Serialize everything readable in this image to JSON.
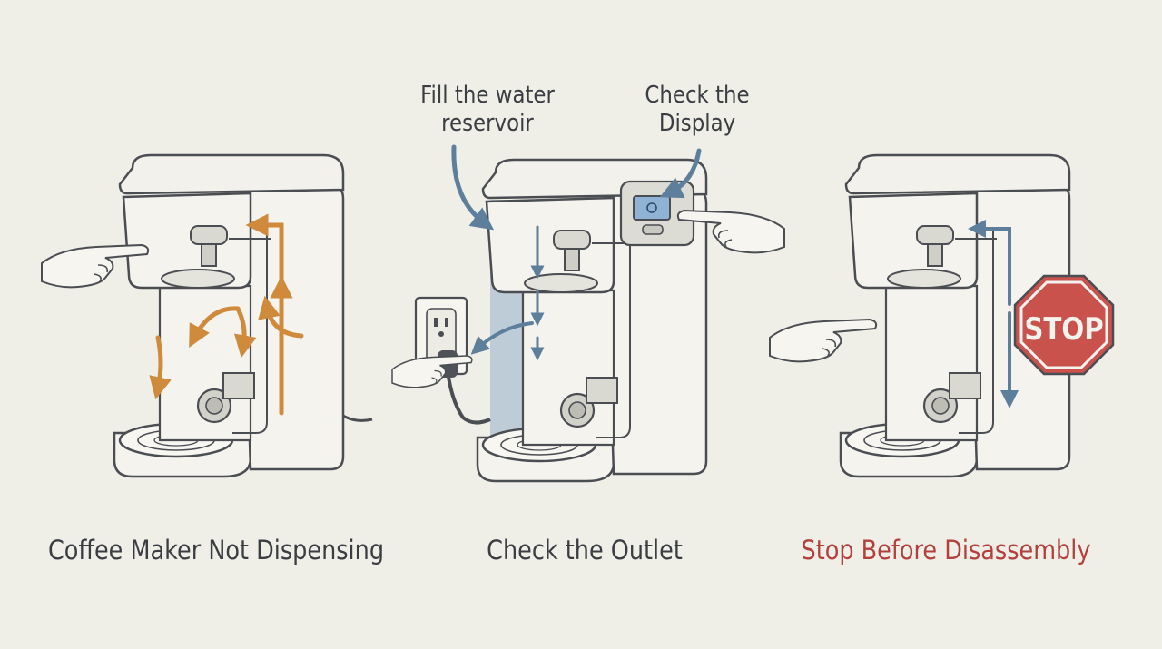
{
  "panels": [
    {
      "caption": "Coffee Maker Not Dispensing",
      "caption_color": "#3a3d42",
      "flow_color": "#d08a3c"
    },
    {
      "caption": "Check the Outlet",
      "caption_color": "#3a3d42",
      "flow_color": "#5d7f9c",
      "callout_reservoir": {
        "line1": "Fill the water",
        "line2": "reservoir"
      },
      "callout_display": {
        "line1": "Check the",
        "line2": "Display"
      }
    },
    {
      "caption": "Stop Before Disassembly",
      "caption_color": "#b4403c",
      "flow_color": "#5d7f9c",
      "sign_text": "STOP",
      "sign_color": "#c9524d"
    }
  ],
  "colors": {
    "background": "#efeee7",
    "ink": "#4a4d52",
    "water": "#a9bdd1",
    "coffee": "#d8b894"
  }
}
